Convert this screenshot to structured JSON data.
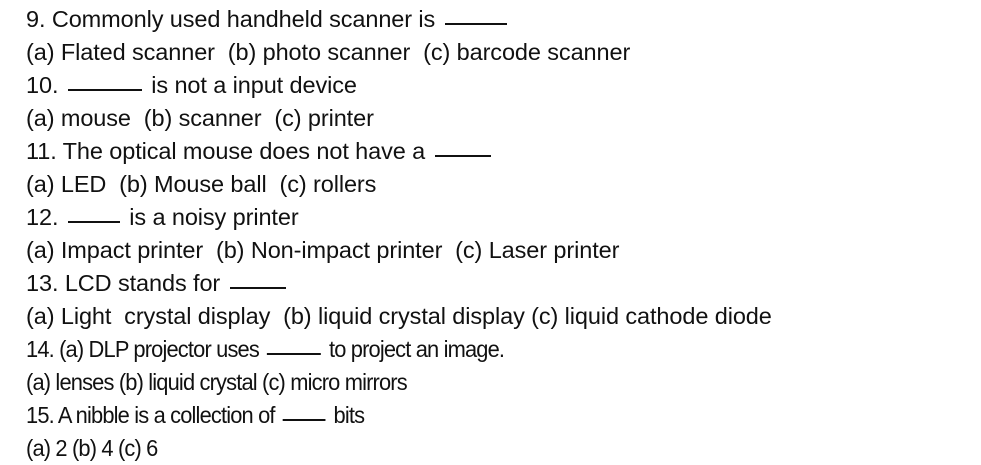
{
  "questions": [
    {
      "num": "9.",
      "pre": "Commonly used handheld scanner is",
      "post": "",
      "blank_width": 62,
      "options": "(a) Flated scanner  (b) photo scanner  (c) barcode scanner"
    },
    {
      "num": "10.",
      "pre": "",
      "post": "is not a input device",
      "blank_width": 74,
      "options": "(a) mouse  (b) scanner  (c) printer"
    },
    {
      "num": "11.",
      "pre": "The optical mouse does not have a",
      "post": "",
      "blank_width": 56,
      "options": "(a) LED  (b) Mouse ball  (c) rollers"
    },
    {
      "num": "12.",
      "pre": "",
      "post": "is a noisy printer",
      "blank_width": 52,
      "options": "(a) Impact printer  (b) Non-impact printer  (c) Laser printer"
    },
    {
      "num": "13.",
      "pre": "LCD stands for",
      "post": "",
      "blank_width": 56,
      "options": "(a) Light  crystal display  (b) liquid crystal display (c) liquid cathode diode"
    },
    {
      "num": "14.",
      "pre": "(a) DLP projector uses",
      "post": "to project an image.",
      "blank_width": 58,
      "options": "(a) lenses (b) liquid crystal (c) micro mirrors"
    },
    {
      "num": "15.",
      "pre": "A nibble is a collection of",
      "post": "bits",
      "blank_width": 46,
      "options": "(a) 2 (b) 4 (c) 6"
    }
  ]
}
